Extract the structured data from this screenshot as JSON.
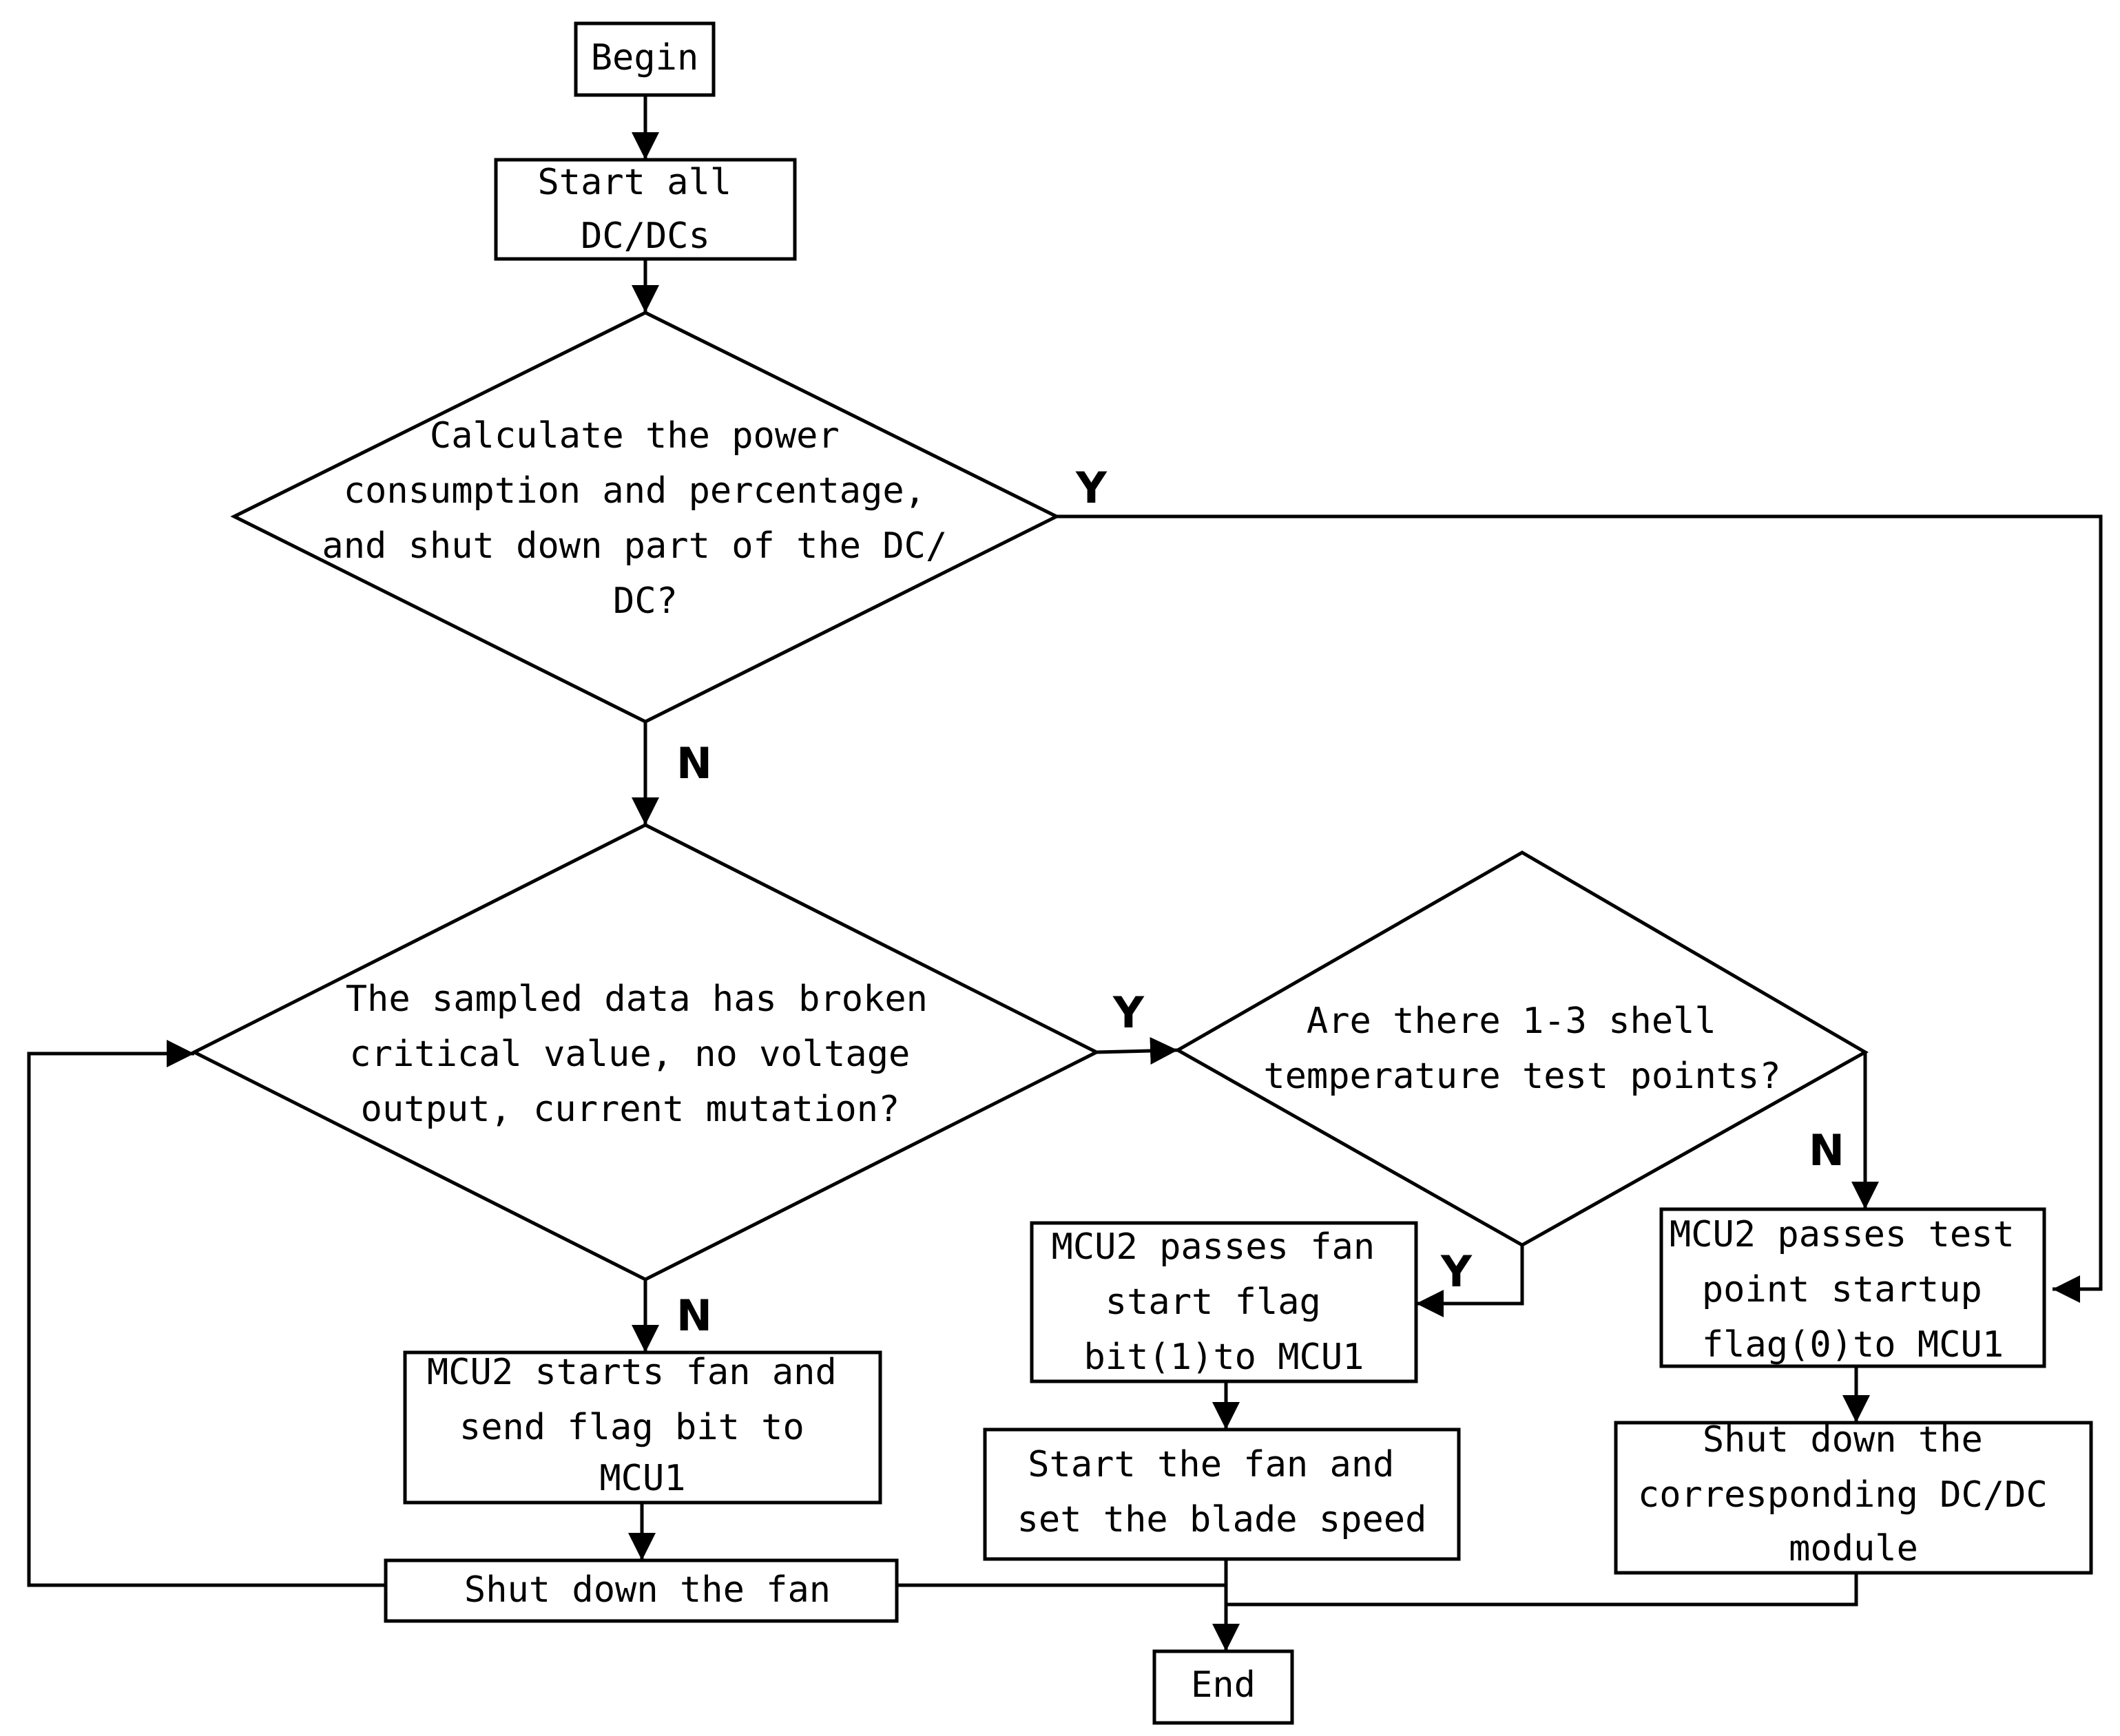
{
  "nodes": {
    "begin": [
      "Begin"
    ],
    "start_all": [
      "Start all",
      "DC/DCs"
    ],
    "calc": [
      "Calculate the power",
      "consumption and percentage,",
      "and shut down part of the DC/",
      "DC?"
    ],
    "sampled": [
      "The sampled data has broken",
      "critical value, no voltage",
      "output, current mutation?"
    ],
    "shell": [
      "Are there 1-3 shell",
      "temperature test points?"
    ],
    "mcu2_fan_flag": [
      "MCU2 passes fan",
      "start flag",
      "bit(1)to MCU1"
    ],
    "mcu2_test_flag": [
      "MCU2 passes test",
      "point startup",
      "flag(0)to MCU1"
    ],
    "mcu2_starts_fan": [
      "MCU2 starts fan and",
      "send flag bit to",
      "MCU1"
    ],
    "start_fan_speed": [
      "Start the fan and",
      "set the blade speed"
    ],
    "shut_module": [
      "Shut down the",
      "corresponding DC/DC",
      "module"
    ],
    "shut_fan": [
      "Shut down the fan"
    ],
    "end": [
      "End"
    ]
  },
  "edge_labels": {
    "calc_yes": "Y",
    "calc_no": "N",
    "sampled_yes": "Y",
    "sampled_no": "N",
    "shell_yes": "Y",
    "shell_no": "N"
  },
  "colors": {
    "stroke": "#000000",
    "fill": "#ffffff"
  }
}
